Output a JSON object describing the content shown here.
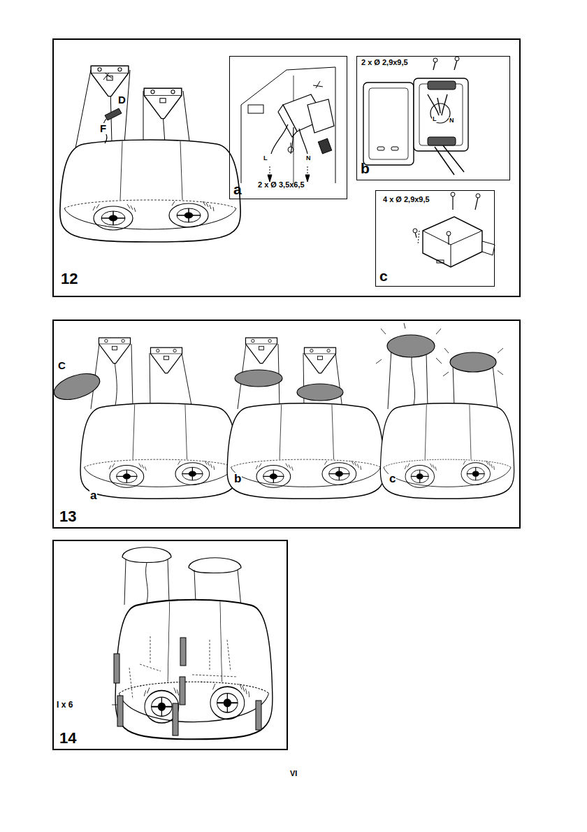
{
  "diagram": {
    "nodes": [
      {
        "text": [
          "12"
        ]
      },
      {
        "text": [
          "a",
          "2 x Ø 3,5x6,5"
        ],
        "in": 0
      },
      {
        "text": [
          "2 x Ø 2,9x9,5",
          "b"
        ],
        "in": 0
      },
      {
        "text": [
          "4 x Ø 2,9x9,5",
          "c"
        ],
        "in": 0
      },
      {
        "text": [
          "13"
        ]
      },
      {
        "text": [
          "14"
        ]
      }
    ],
    "edges": [],
    "labels": [
      "D",
      "F",
      "L",
      "N",
      "L",
      "N",
      "C",
      "a",
      "b",
      "c",
      "I x 6",
      "VI"
    ]
  }
}
